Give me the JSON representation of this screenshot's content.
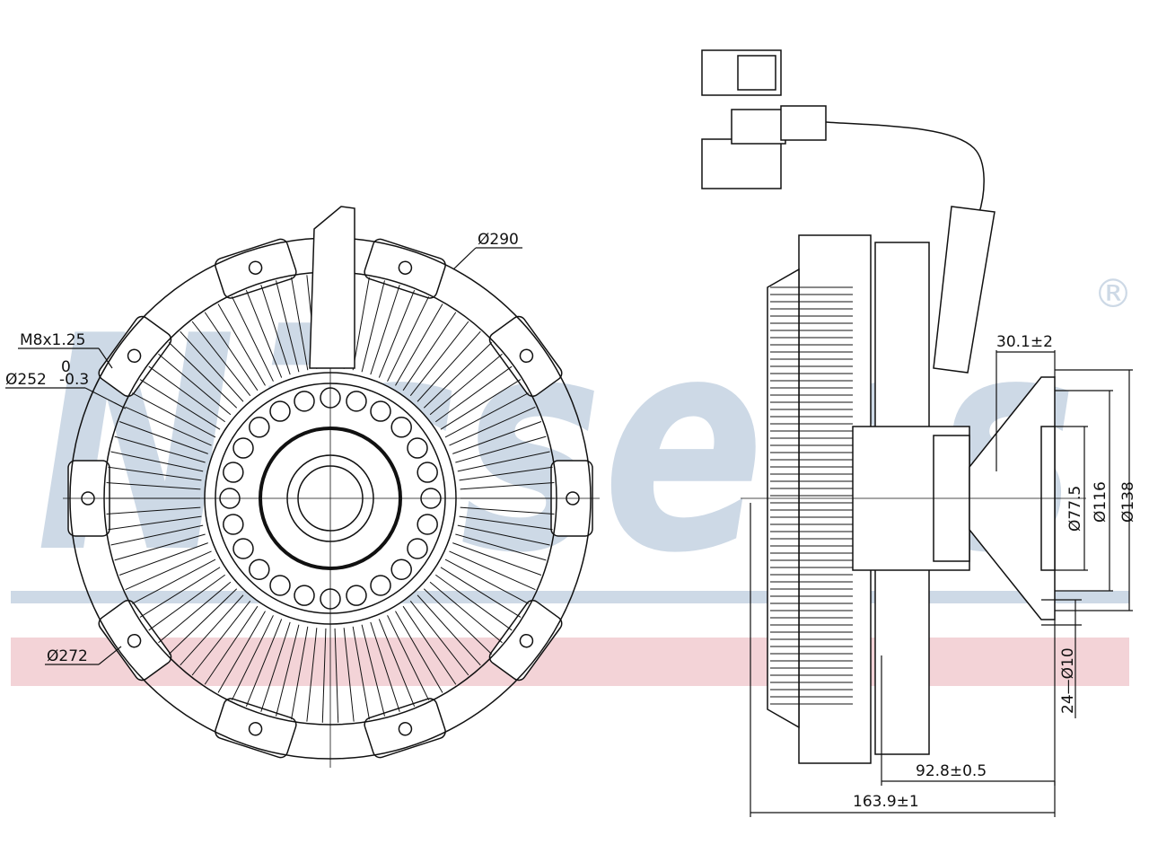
{
  "watermark": {
    "brand": "Nissens",
    "registered_mark": "®"
  },
  "front_view": {
    "labels": {
      "thread": "M8x1.25",
      "inner_dia": "Ø252",
      "inner_dia_tol_upper": "0",
      "inner_dia_tol_lower": "-0.3",
      "outer_dia": "Ø290",
      "blade_dia": "Ø272"
    }
  },
  "side_view": {
    "labels": {
      "hub_offset": "30.1±2",
      "bore": "Ø77.5",
      "pilot": "Ø116",
      "flange": "Ø138",
      "holes": "24—Ø10",
      "mount_depth": "92.8±0.5",
      "overall_depth": "163.9±1"
    }
  },
  "colors": {
    "line": "#111111",
    "watermark_blue": "#cdd9e6",
    "watermark_red": "#f3d3d7"
  }
}
